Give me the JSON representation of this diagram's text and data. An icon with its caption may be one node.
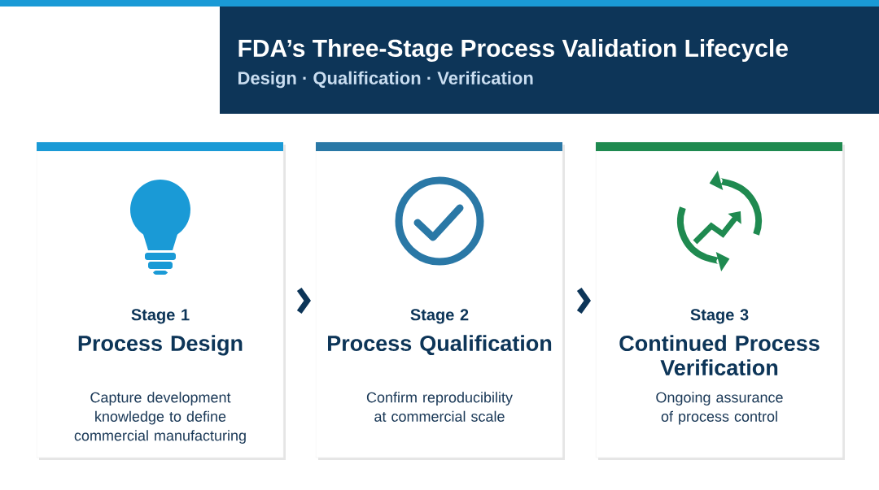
{
  "diagram": {
    "title": "FDA’s Three-Stage Process Validation Lifecycle",
    "nodes": [
      {
        "text": [
          "Stage 1",
          "Process Design",
          "Capture development knowledge to define commercial manufacturing"
        ]
      },
      {
        "text": [
          "Stage 2",
          "Process Qualification",
          "Confirm reproducibility at commercial scale"
        ]
      },
      {
        "text": [
          "Stage 3",
          "Continued Process Verification",
          "Ongoing assurance of process control"
        ]
      }
    ],
    "edges": [
      {
        "from": 0,
        "to": 1,
        "arrow": "to"
      },
      {
        "from": 1,
        "to": 2,
        "arrow": "to"
      }
    ],
    "labels": [
      "Design · Qualification · Verification"
    ]
  }
}
